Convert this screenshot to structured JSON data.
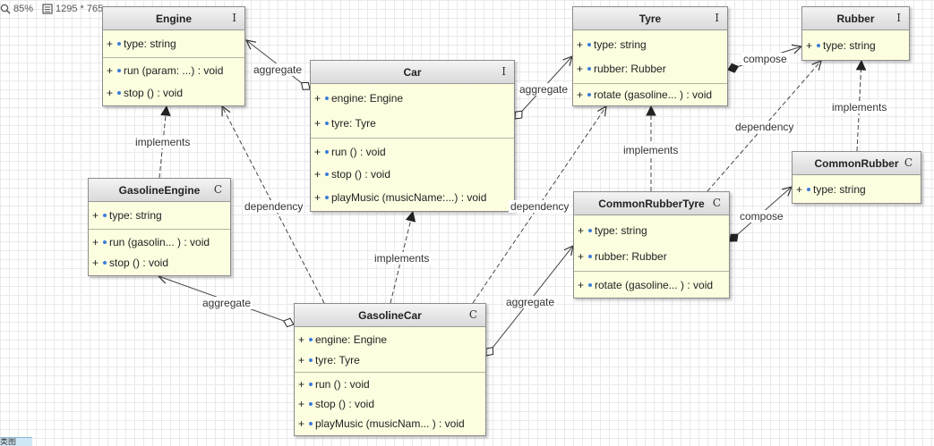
{
  "toolbar": {
    "zoom": "85%",
    "size": "1295 * 765"
  },
  "bottom_tab": "类图",
  "classes": {
    "engine": {
      "name": "Engine",
      "stereo": "I",
      "attributes": [
        {
          "vis": "+",
          "text": "type: string"
        }
      ],
      "operations": [
        {
          "vis": "+",
          "text": "run (param: ...) : void"
        },
        {
          "vis": "+",
          "text": "stop () : void"
        }
      ]
    },
    "car": {
      "name": "Car",
      "stereo": "I",
      "attributes": [
        {
          "vis": "+",
          "text": "engine: Engine"
        },
        {
          "vis": "+",
          "text": "tyre: Tyre"
        }
      ],
      "operations": [
        {
          "vis": "+",
          "text": "run () : void"
        },
        {
          "vis": "+",
          "text": "stop () : void"
        },
        {
          "vis": "+",
          "text": "playMusic (musicName:...) : void"
        }
      ]
    },
    "tyre": {
      "name": "Tyre",
      "stereo": "I",
      "attributes": [
        {
          "vis": "+",
          "text": "type: string"
        },
        {
          "vis": "+",
          "text": "rubber: Rubber"
        }
      ],
      "operations": [
        {
          "vis": "+",
          "text": "rotate (gasoline... ) : void"
        }
      ]
    },
    "rubber": {
      "name": "Rubber",
      "stereo": "I",
      "attributes": [
        {
          "vis": "+",
          "text": "type: string"
        }
      ],
      "operations": []
    },
    "gasoline_engine": {
      "name": "GasolineEngine",
      "stereo": "C",
      "attributes": [
        {
          "vis": "+",
          "text": "type: string"
        }
      ],
      "operations": [
        {
          "vis": "+",
          "text": "run (gasolin... ) : void"
        },
        {
          "vis": "+",
          "text": "stop () : void"
        }
      ]
    },
    "common_rubber_tyre": {
      "name": "CommonRubberTyre",
      "stereo": "C",
      "attributes": [
        {
          "vis": "+",
          "text": "type: string"
        },
        {
          "vis": "+",
          "text": "rubber: Rubber"
        }
      ],
      "operations": [
        {
          "vis": "+",
          "text": "rotate (gasoline... ) : void"
        }
      ]
    },
    "common_rubber": {
      "name": "CommonRubber",
      "stereo": "C",
      "attributes": [
        {
          "vis": "+",
          "text": "type: string"
        }
      ],
      "operations": []
    },
    "gasoline_car": {
      "name": "GasolineCar",
      "stereo": "C",
      "attributes": [
        {
          "vis": "+",
          "text": "engine: Engine"
        },
        {
          "vis": "+",
          "text": "tyre: Tyre"
        }
      ],
      "operations": [
        {
          "vis": "+",
          "text": "run () : void"
        },
        {
          "vis": "+",
          "text": "stop () : void"
        },
        {
          "vis": "+",
          "text": "playMusic (musicNam... ) : void"
        }
      ]
    }
  },
  "relations": [
    {
      "id": "car-engine",
      "kind": "aggregate",
      "label": "aggregate"
    },
    {
      "id": "car-tyre",
      "kind": "aggregate",
      "label": "aggregate"
    },
    {
      "id": "tyre-rubber",
      "kind": "compose",
      "label": "compose"
    },
    {
      "id": "gasolineengine-engine",
      "kind": "implements",
      "label": "implements"
    },
    {
      "id": "gasolinecar-engine",
      "kind": "dependency",
      "label": "dependency"
    },
    {
      "id": "gasolinecar-car",
      "kind": "implements",
      "label": "implements"
    },
    {
      "id": "gasolinecar-tyre",
      "kind": "dependency",
      "label": "dependency"
    },
    {
      "id": "gasolinecar-gasolineengine",
      "kind": "aggregate",
      "label": "aggregate"
    },
    {
      "id": "gasolinecar-commonrubbertyre",
      "kind": "aggregate",
      "label": "aggregate"
    },
    {
      "id": "commonrubbertyre-tyre",
      "kind": "implements",
      "label": "implements"
    },
    {
      "id": "commonrubbertyre-rubber",
      "kind": "dependency",
      "label": "dependency"
    },
    {
      "id": "commonrubbertyre-commonrubber",
      "kind": "compose",
      "label": "compose"
    },
    {
      "id": "commonrubber-rubber",
      "kind": "implements",
      "label": "implements"
    }
  ],
  "colors": {
    "class_fill": "#fdfde0",
    "header": "#dcdcdc",
    "visibility_dot": "#3b7dd8",
    "edge": "#444444"
  }
}
